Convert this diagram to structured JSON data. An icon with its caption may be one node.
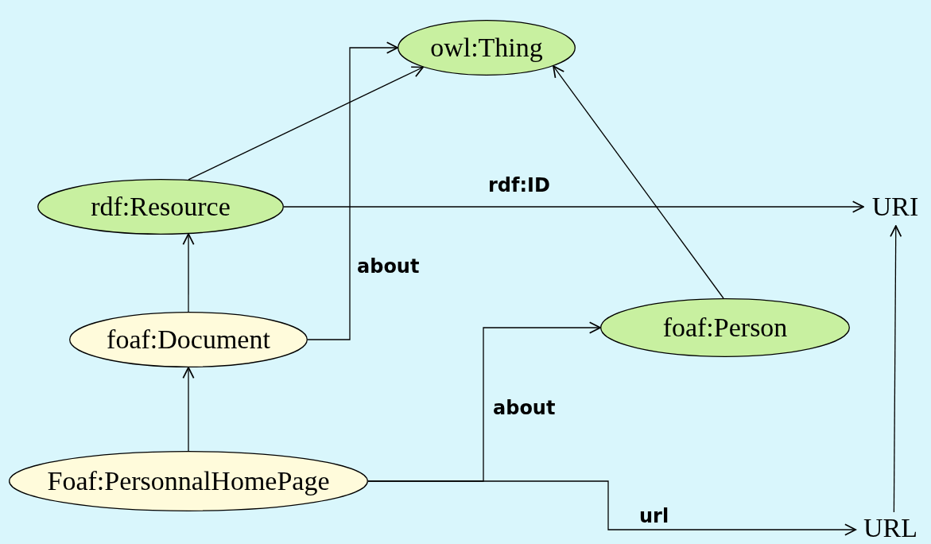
{
  "diagram": {
    "nodes": [
      {
        "text": [
          "owl:Thing"
        ]
      },
      {
        "text": [
          "rdf:Resource"
        ]
      },
      {
        "text": [
          "URI"
        ]
      },
      {
        "text": [
          "foaf:Document"
        ]
      },
      {
        "text": [
          "foaf:Person"
        ]
      },
      {
        "text": [
          "Foaf:PersonnalHomePage"
        ]
      },
      {
        "text": [
          "URL"
        ]
      }
    ],
    "edges": [
      {
        "from": 1,
        "to": 0,
        "arrow": "to"
      },
      {
        "from": 3,
        "to": 0,
        "arrow": "to",
        "label": "about"
      },
      {
        "from": 1,
        "to": 2,
        "arrow": "to",
        "label": "rdf:ID"
      },
      {
        "from": 3,
        "to": 1,
        "arrow": "to"
      },
      {
        "from": 4,
        "to": 0,
        "arrow": "to"
      },
      {
        "from": 5,
        "to": 3,
        "arrow": "to"
      },
      {
        "from": 5,
        "to": 4,
        "arrow": "to",
        "label": "about"
      },
      {
        "from": 5,
        "to": 6,
        "arrow": "to",
        "label": "url"
      },
      {
        "from": 6,
        "to": 2,
        "arrow": "to"
      }
    ]
  }
}
